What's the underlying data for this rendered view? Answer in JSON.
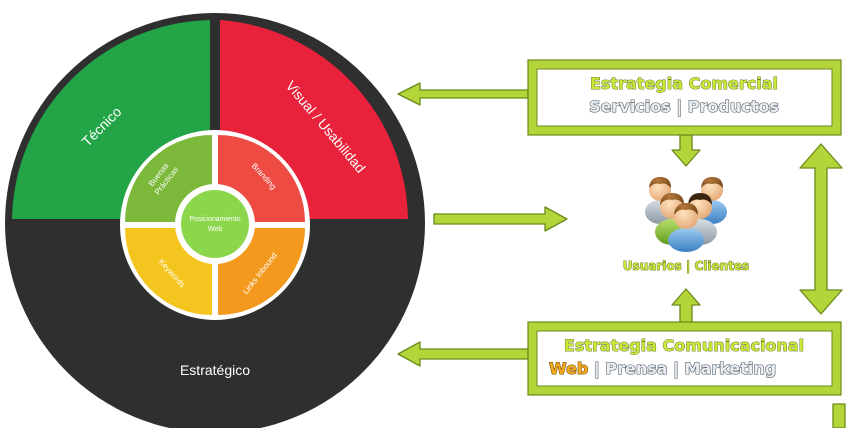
{
  "wheel": {
    "outer": {
      "top_left": {
        "label": "Técnico",
        "color": "#23a447"
      },
      "top_right": {
        "label": "Visual / Usabilidad",
        "color": "#e8223a"
      },
      "bottom": {
        "label": "Estratégico",
        "color": "#2f2f2f"
      }
    },
    "inner": {
      "top_left": {
        "label_line1": "Buenas",
        "label_line2": "Prácticas",
        "color": "#7cb83a"
      },
      "top_right": {
        "label": "Branding",
        "color": "#ee4b42"
      },
      "bottom_left": {
        "label": "Keywords",
        "color": "#f3c51e"
      },
      "bottom_right": {
        "label": "Links Inbound",
        "color": "#f39a1e"
      }
    },
    "center": {
      "label_line1": "Posicionamiento",
      "label_line2": "Web",
      "color": "#8bd64a"
    }
  },
  "commercial_box": {
    "title": "Estrategia Comercial",
    "subtitle": "Servicios | Productos"
  },
  "communication_box": {
    "title": "Estrategia Comunicacional",
    "subtitle_highlight": "Web",
    "subtitle_rest": " | Prensa | Marketing",
    "highlight_color": "#f2a81d"
  },
  "users": {
    "label": "Usuarios | Clientes",
    "icon": "users-group-icon"
  },
  "colors": {
    "accent_green": "#b4d53a",
    "arrow_outline": "#6a8a1a"
  }
}
